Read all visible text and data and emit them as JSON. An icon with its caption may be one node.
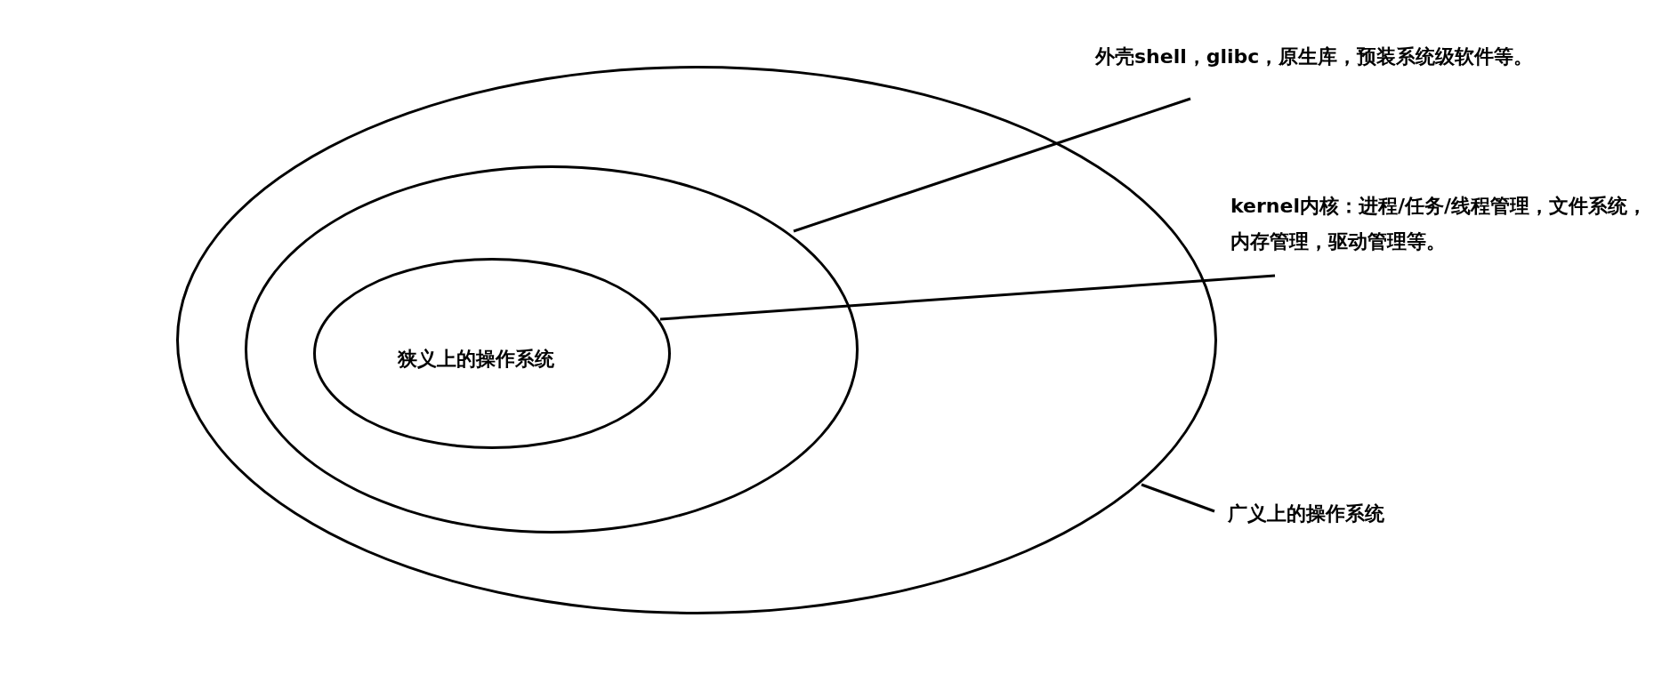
{
  "diagram": {
    "nodes": [
      {
        "text": [],
        "shape": "ellipse"
      },
      {
        "text": [],
        "shape": "ellipse",
        "in": 0
      },
      {
        "text": [
          "狭义上的操作系统"
        ],
        "in": 1
      },
      {
        "text": [
          "外壳shell，glibc，原生库，预装系统级软件等。"
        ]
      },
      {
        "text": [
          "kernel内核：进程/任务/线程管理，文件系统，内存管理，驱动管理等。"
        ]
      },
      {
        "text": [
          "广义上的操作系统"
        ]
      }
    ],
    "edges": [
      {
        "from": 3,
        "to": 1,
        "arrow": "none"
      },
      {
        "from": 4,
        "to": 2,
        "arrow": "none"
      },
      {
        "from": 5,
        "to": 0,
        "arrow": "none"
      }
    ]
  }
}
